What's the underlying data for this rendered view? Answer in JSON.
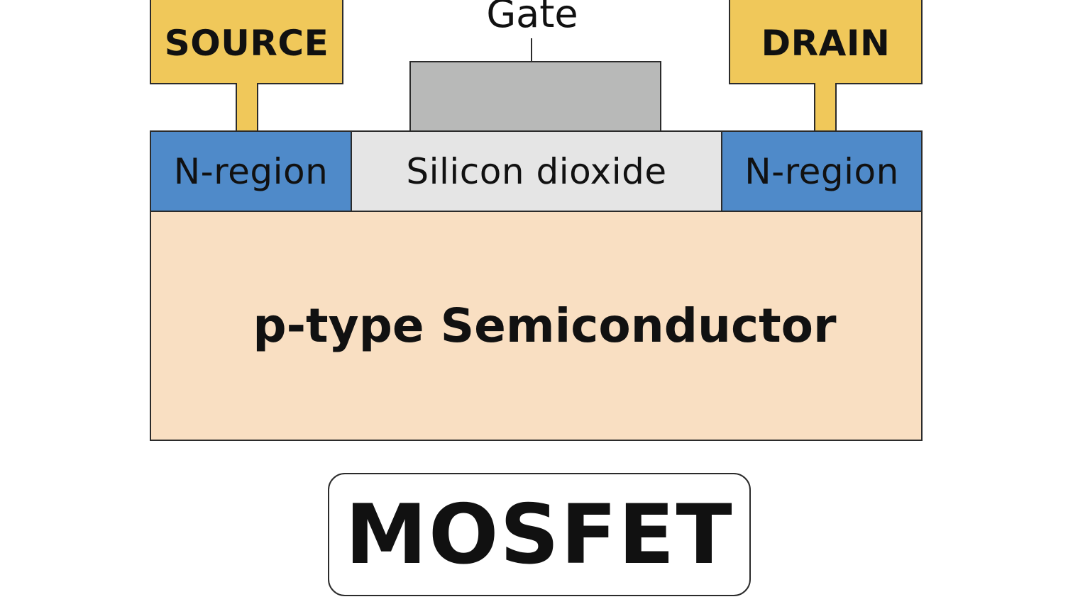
{
  "gate": {
    "label": "Gate",
    "color": "#b8b9b8"
  },
  "source": {
    "label": "SOURCE",
    "color": "#f0c85a"
  },
  "drain": {
    "label": "DRAIN",
    "color": "#f0c85a"
  },
  "regions": {
    "left": {
      "label": "N-region",
      "color": "#4f8ac9"
    },
    "oxide": {
      "label": "Silicon dioxide",
      "color": "#e5e5e5"
    },
    "right": {
      "label": "N-region",
      "color": "#4f8ac9"
    }
  },
  "substrate": {
    "label": "p-type Semiconductor",
    "color": "#f9dfc2"
  },
  "title": {
    "label": "MOSFET"
  }
}
